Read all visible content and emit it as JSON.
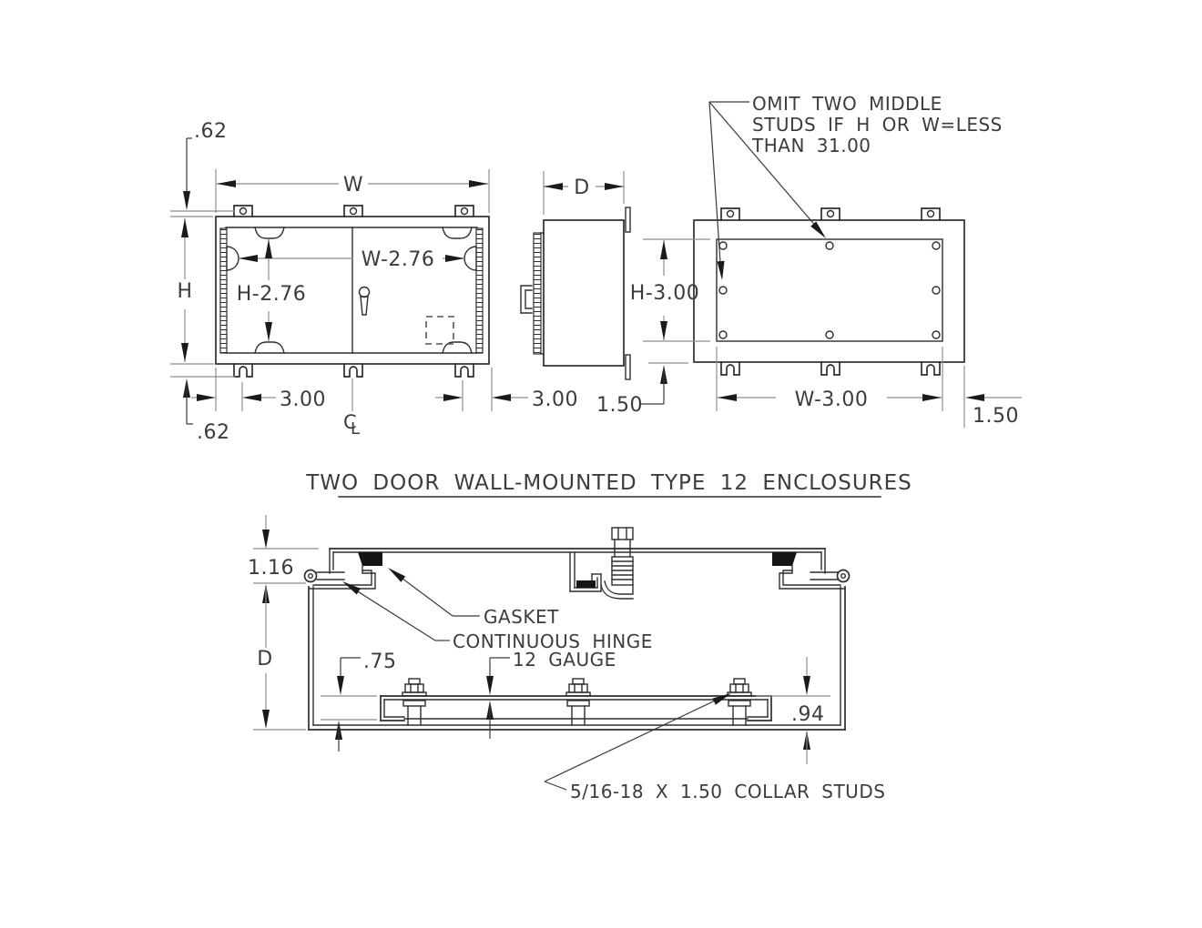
{
  "page": {
    "background": "#ffffff",
    "line_color": "#2e2e2e",
    "dim_line_color": "#8e8e8e",
    "text_color": "#3c3c3c"
  },
  "title": {
    "text": "TWO DOOR WALL-MOUNTED TYPE 12 ENCLOSURES"
  },
  "note": {
    "line1": "OMIT TWO MIDDLE",
    "line2": "STUDS IF H OR W=LESS",
    "line3": "THAN 31.00"
  },
  "front_view": {
    "dim_width": "W",
    "dim_height": "H",
    "dim_width_minus": "W-2.76",
    "dim_height_minus": "H-2.76",
    "dim_offset_top": ".62",
    "dim_offset_bottom": ".62",
    "dim_tab_left": "3.00",
    "dim_tab_right": "3.00",
    "centerline_c": "C",
    "centerline_l": "L"
  },
  "side_view": {
    "dim_depth": "D"
  },
  "rear_view": {
    "dim_height_minus": "H-3.00",
    "dim_width_minus": "W-3.00",
    "dim_bottom_left": "1.50",
    "dim_bottom_right": "1.50"
  },
  "section_view": {
    "dim_flange": "1.16",
    "dim_depth": "D",
    "dim_panel_return": ".75",
    "dim_panel_space": ".94",
    "label_gasket": "GASKET",
    "label_hinge": "CONTINUOUS HINGE",
    "label_gauge": "12 GAUGE",
    "label_studs": "5/16-18 X 1.50 COLLAR STUDS"
  }
}
